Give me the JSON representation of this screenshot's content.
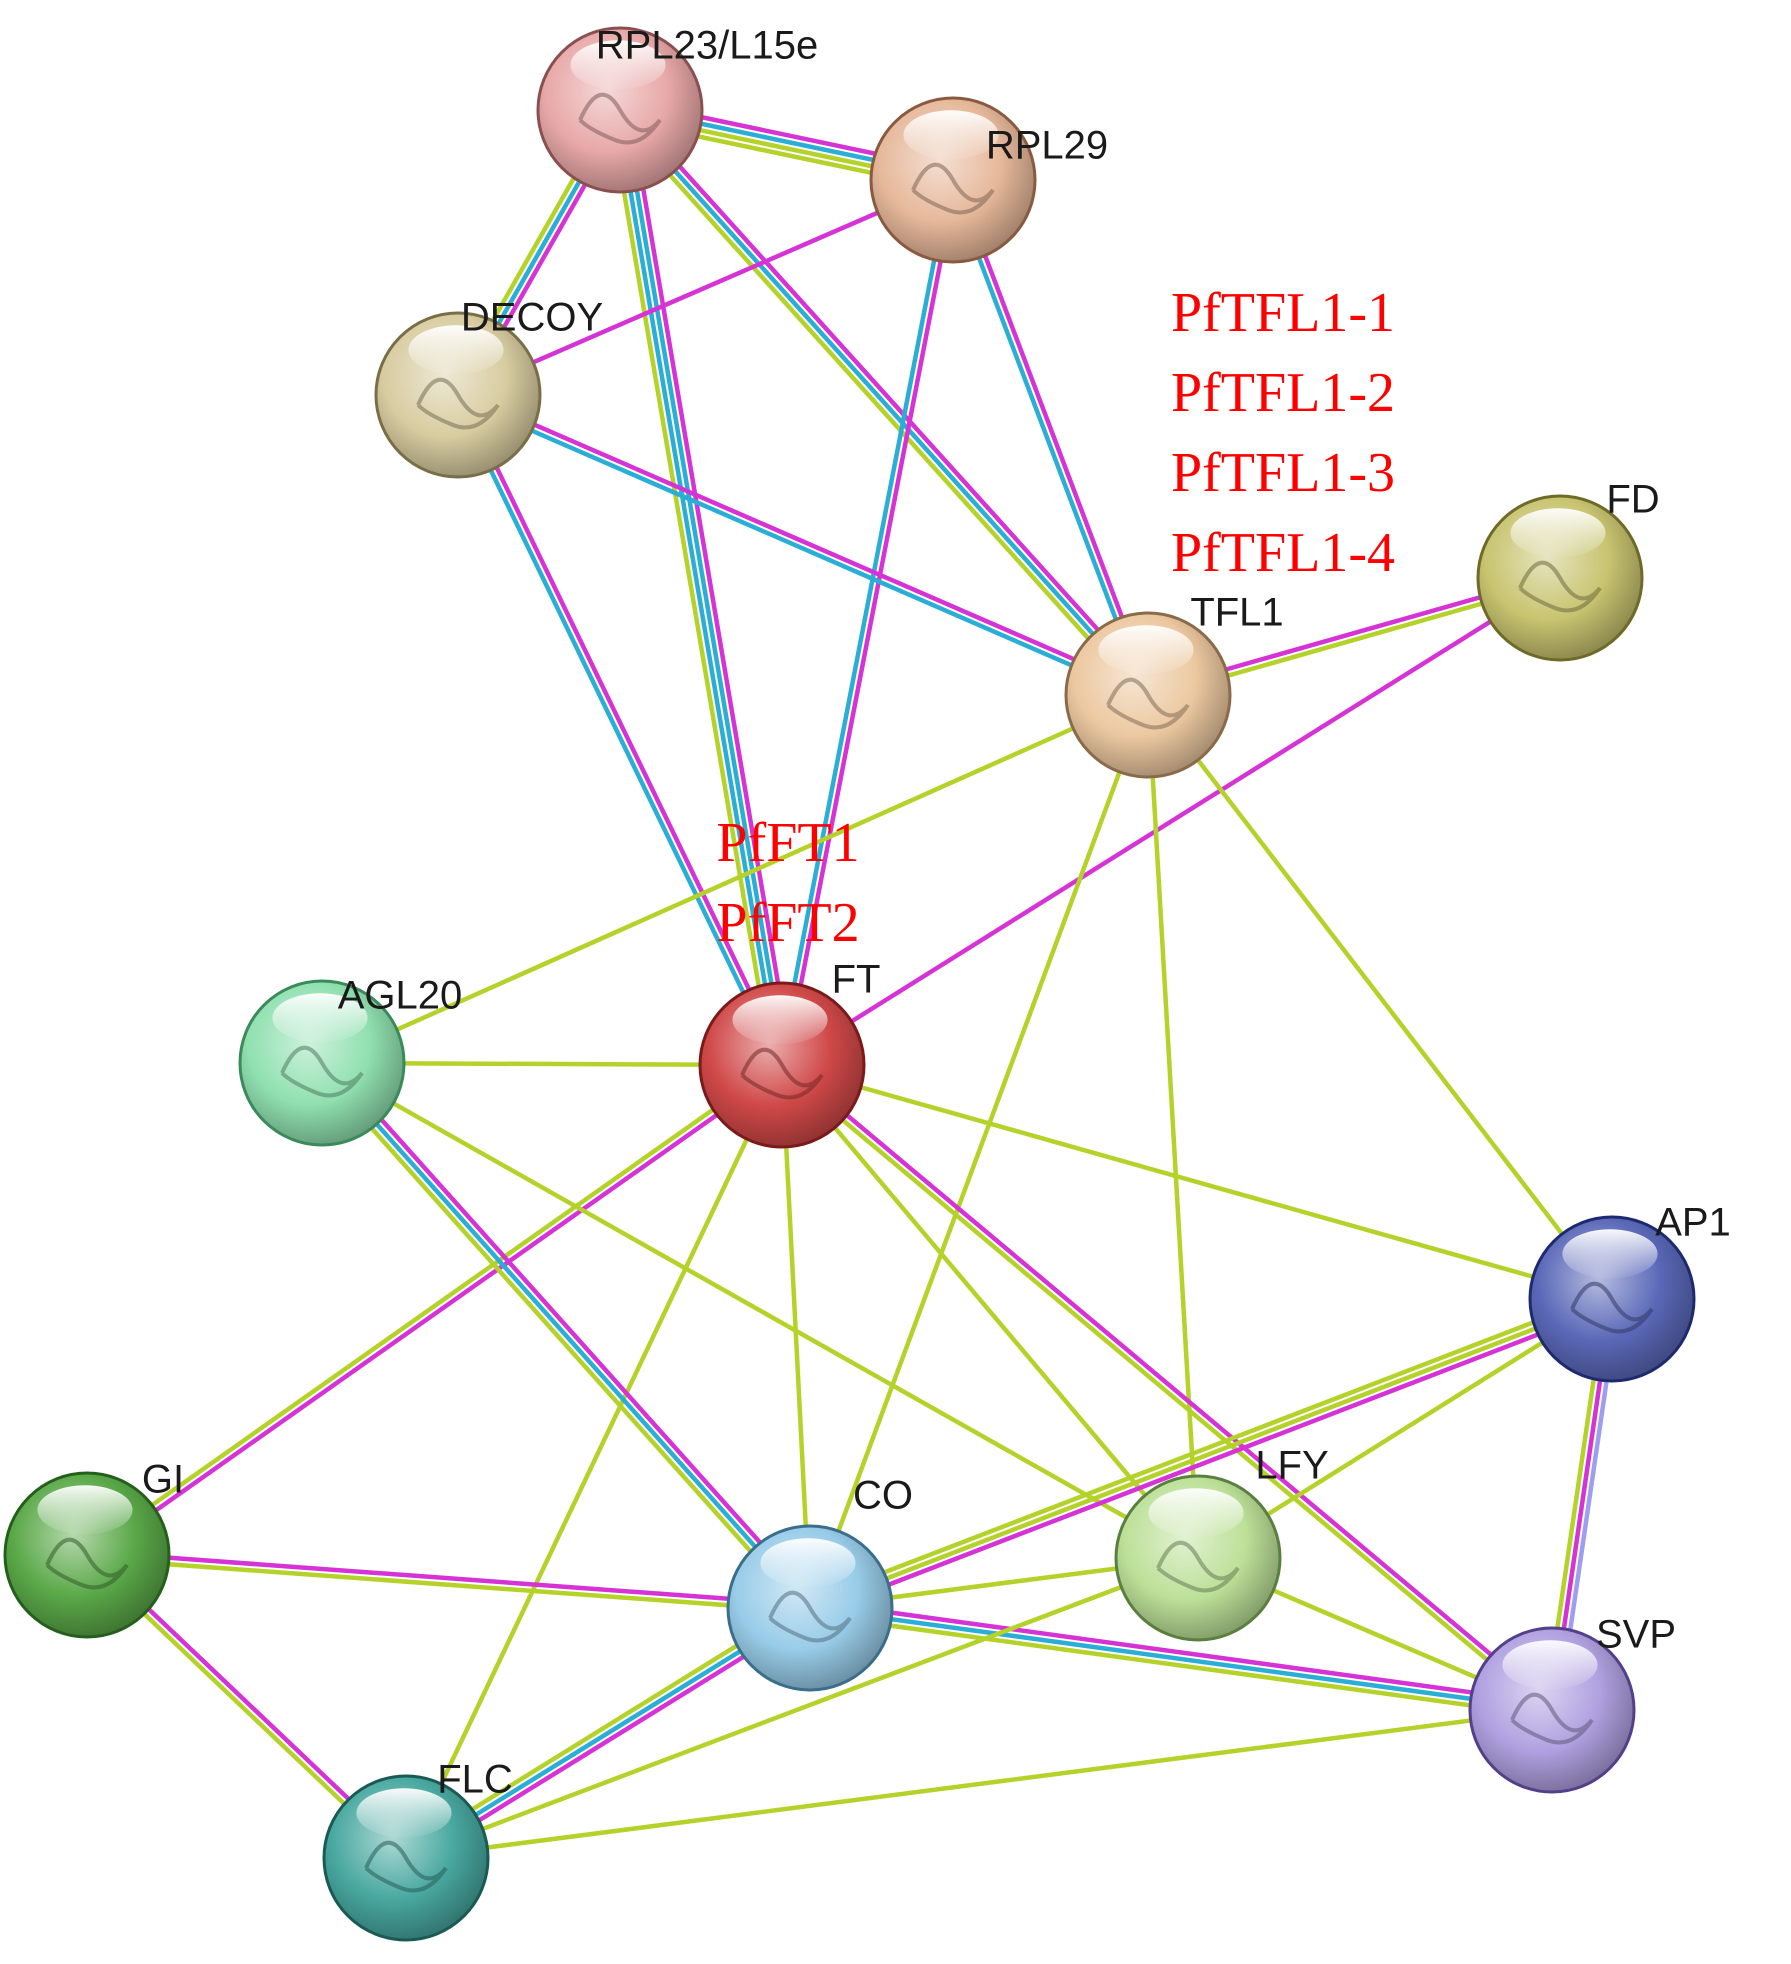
{
  "colors": {
    "textmining": "#b5d22a",
    "experiments": "#d633d6",
    "database": "#2aaed6",
    "coexpression": "#9e9ef0"
  },
  "nodes": [
    {
      "id": "RPL23",
      "label": "RPL23/L15e",
      "color": "#e8a8a8",
      "edge": "#8a5050"
    },
    {
      "id": "RPL29",
      "label": "RPL29",
      "color": "#e6b89a",
      "edge": "#8a5a40"
    },
    {
      "id": "DECOY",
      "label": "DECOY",
      "color": "#d8cca0",
      "edge": "#7a6e48"
    },
    {
      "id": "TFL1",
      "label": "TFL1",
      "color": "#ecc8a0",
      "edge": "#8a6a48"
    },
    {
      "id": "FD",
      "label": "FD",
      "color": "#c8c470",
      "edge": "#6e6a28"
    },
    {
      "id": "FT",
      "label": "FT",
      "color": "#d04848",
      "edge": "#7a1a1a"
    },
    {
      "id": "AGL20",
      "label": "AGL20",
      "color": "#90e0b0",
      "edge": "#3a8a5a"
    },
    {
      "id": "AP1",
      "label": "AP1",
      "color": "#5a68b8",
      "edge": "#1e2a70"
    },
    {
      "id": "GI",
      "label": "GI",
      "color": "#5aa848",
      "edge": "#24601c"
    },
    {
      "id": "CO",
      "label": "CO",
      "color": "#98cce8",
      "edge": "#3a6e8a"
    },
    {
      "id": "LFY",
      "label": "LFY",
      "color": "#bce098",
      "edge": "#5a8040"
    },
    {
      "id": "SVP",
      "label": "SVP",
      "color": "#b0a0e0",
      "edge": "#54408a"
    },
    {
      "id": "FLC",
      "label": "FLC",
      "color": "#48a8a0",
      "edge": "#1a5a54"
    }
  ],
  "ortholog_labels": [
    {
      "near": "TFL1",
      "lines": [
        "PfTFL1-1",
        "PfTFL1-2",
        "PfTFL1-3",
        "PfTFL1-4"
      ]
    },
    {
      "near": "FT",
      "lines": [
        "PfFT1",
        "PfFT2"
      ]
    }
  ],
  "edges": [
    {
      "from": "RPL23",
      "to": "RPL29",
      "types": [
        "experiments",
        "database",
        "textmining",
        "textmining"
      ]
    },
    {
      "from": "RPL23",
      "to": "DECOY",
      "types": [
        "experiments",
        "database",
        "textmining"
      ]
    },
    {
      "from": "RPL23",
      "to": "FT",
      "types": [
        "experiments",
        "database",
        "database",
        "textmining"
      ]
    },
    {
      "from": "RPL23",
      "to": "TFL1",
      "types": [
        "experiments",
        "database",
        "textmining"
      ]
    },
    {
      "from": "RPL29",
      "to": "DECOY",
      "types": [
        "experiments"
      ]
    },
    {
      "from": "RPL29",
      "to": "FT",
      "types": [
        "experiments",
        "database"
      ]
    },
    {
      "from": "RPL29",
      "to": "TFL1",
      "types": [
        "experiments",
        "database"
      ]
    },
    {
      "from": "DECOY",
      "to": "FT",
      "types": [
        "experiments",
        "database"
      ]
    },
    {
      "from": "DECOY",
      "to": "TFL1",
      "types": [
        "experiments",
        "database"
      ]
    },
    {
      "from": "TFL1",
      "to": "FD",
      "types": [
        "experiments",
        "textmining"
      ]
    },
    {
      "from": "FD",
      "to": "FT",
      "types": [
        "experiments"
      ]
    },
    {
      "from": "TFL1",
      "to": "AGL20",
      "types": [
        "textmining"
      ]
    },
    {
      "from": "TFL1",
      "to": "AP1",
      "types": [
        "textmining"
      ]
    },
    {
      "from": "TFL1",
      "to": "CO",
      "types": [
        "textmining"
      ]
    },
    {
      "from": "TFL1",
      "to": "LFY",
      "types": [
        "textmining"
      ]
    },
    {
      "from": "FT",
      "to": "AGL20",
      "types": [
        "textmining"
      ]
    },
    {
      "from": "FT",
      "to": "AP1",
      "types": [
        "textmining"
      ]
    },
    {
      "from": "FT",
      "to": "GI",
      "types": [
        "experiments",
        "textmining"
      ]
    },
    {
      "from": "FT",
      "to": "CO",
      "types": [
        "textmining"
      ]
    },
    {
      "from": "FT",
      "to": "LFY",
      "types": [
        "textmining"
      ]
    },
    {
      "from": "FT",
      "to": "SVP",
      "types": [
        "experiments",
        "textmining"
      ]
    },
    {
      "from": "FT",
      "to": "FLC",
      "types": [
        "textmining"
      ]
    },
    {
      "from": "AGL20",
      "to": "CO",
      "types": [
        "experiments",
        "database",
        "textmining"
      ]
    },
    {
      "from": "AGL20",
      "to": "LFY",
      "types": [
        "textmining"
      ]
    },
    {
      "from": "AP1",
      "to": "CO",
      "types": [
        "experiments",
        "textmining",
        "textmining"
      ]
    },
    {
      "from": "AP1",
      "to": "LFY",
      "types": [
        "textmining"
      ]
    },
    {
      "from": "AP1",
      "to": "SVP",
      "types": [
        "coexpression",
        "experiments",
        "textmining"
      ]
    },
    {
      "from": "GI",
      "to": "CO",
      "types": [
        "experiments",
        "textmining"
      ]
    },
    {
      "from": "GI",
      "to": "FLC",
      "types": [
        "experiments",
        "textmining"
      ]
    },
    {
      "from": "CO",
      "to": "LFY",
      "types": [
        "textmining"
      ]
    },
    {
      "from": "CO",
      "to": "SVP",
      "types": [
        "experiments",
        "database",
        "textmining"
      ]
    },
    {
      "from": "CO",
      "to": "FLC",
      "types": [
        "experiments",
        "database",
        "textmining"
      ]
    },
    {
      "from": "LFY",
      "to": "SVP",
      "types": [
        "textmining"
      ]
    },
    {
      "from": "LFY",
      "to": "FLC",
      "types": [
        "textmining"
      ]
    },
    {
      "from": "FLC",
      "to": "SVP",
      "types": [
        "textmining"
      ]
    }
  ]
}
